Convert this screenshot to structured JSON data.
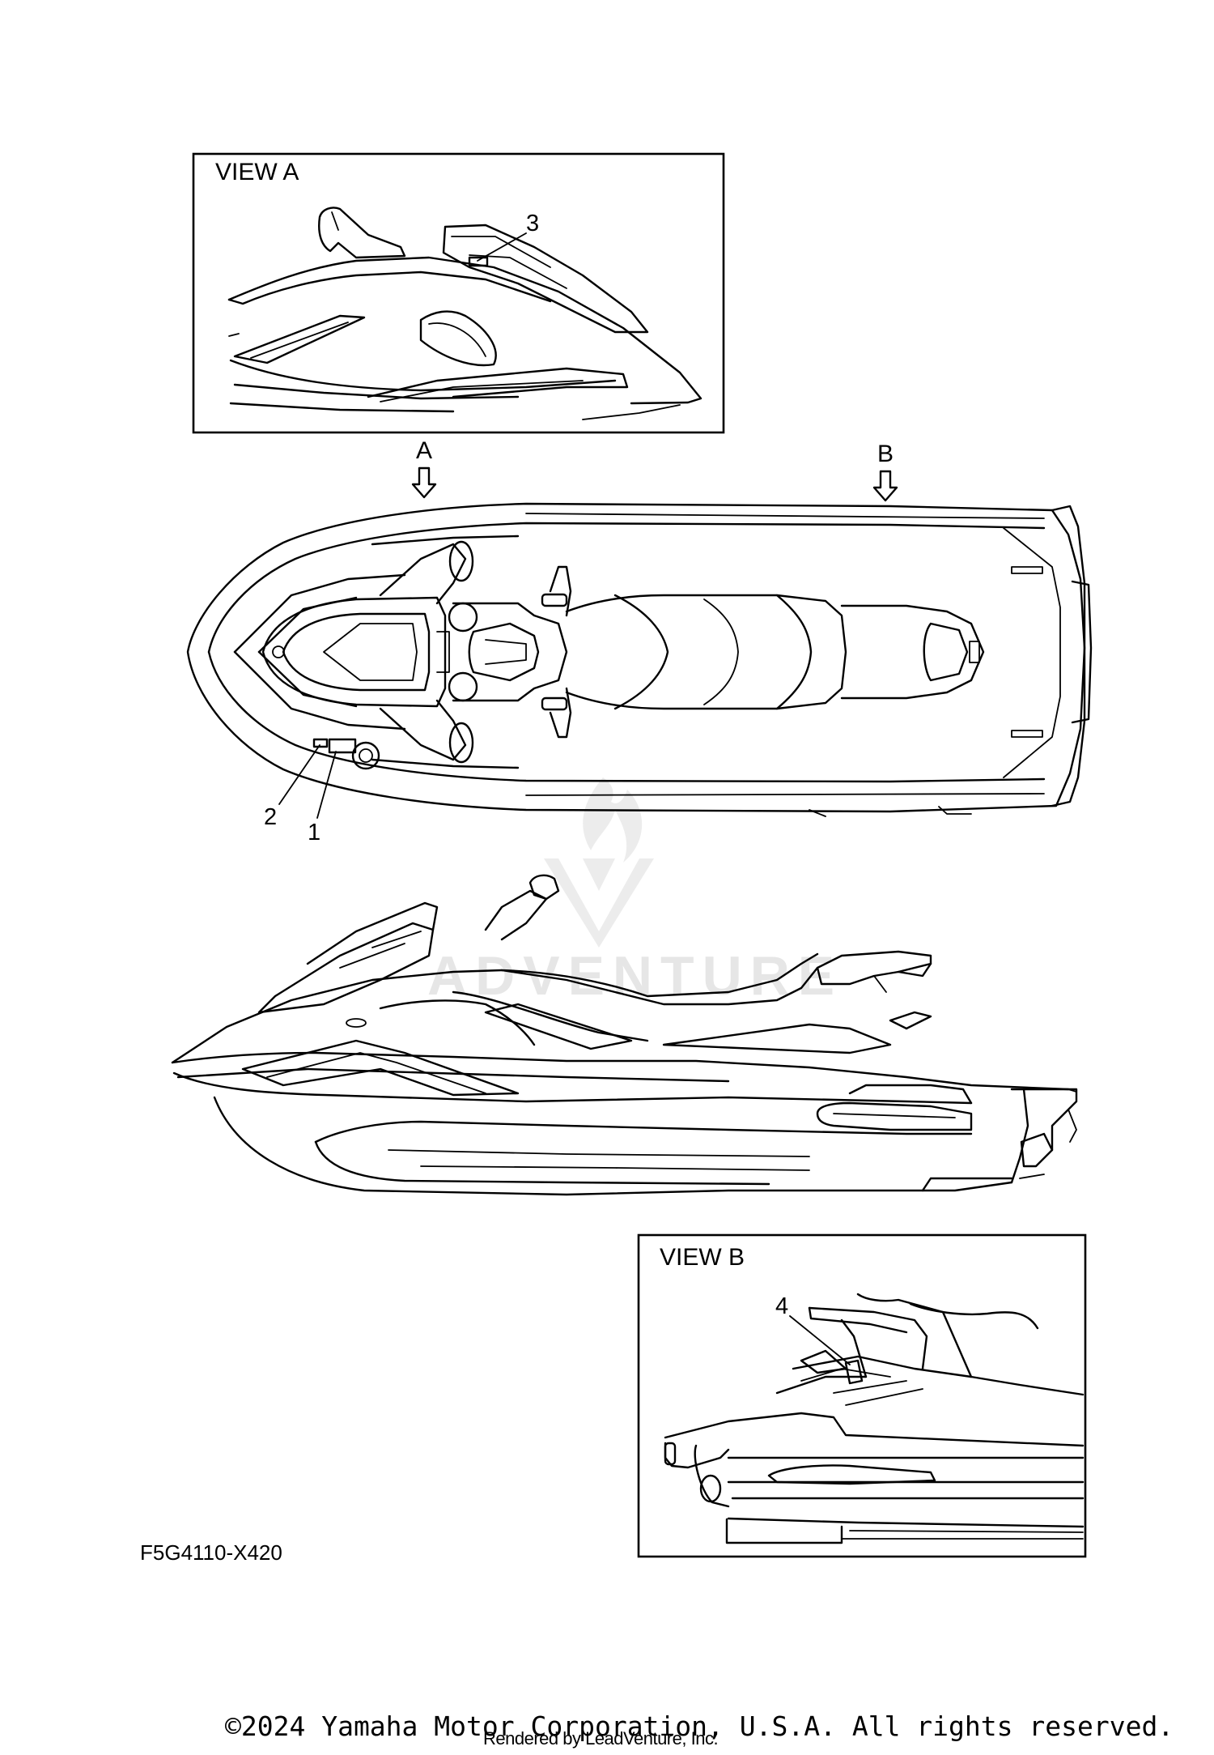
{
  "view_a": {
    "label": "VIEW A"
  },
  "view_b": {
    "label": "VIEW B"
  },
  "arrows": {
    "a": "A",
    "b": "B"
  },
  "callouts": {
    "c1": "1",
    "c2": "2",
    "c3": "3",
    "c4": "4"
  },
  "figure_code": "F5G4110-X420",
  "watermark": {
    "text": "ADVENTURE"
  },
  "footer": {
    "copyright": "©2024 Yamaha Motor Corporation, U.S.A. All rights reserved.",
    "rendered_by": "Rendered by LeadVenture, Inc."
  }
}
